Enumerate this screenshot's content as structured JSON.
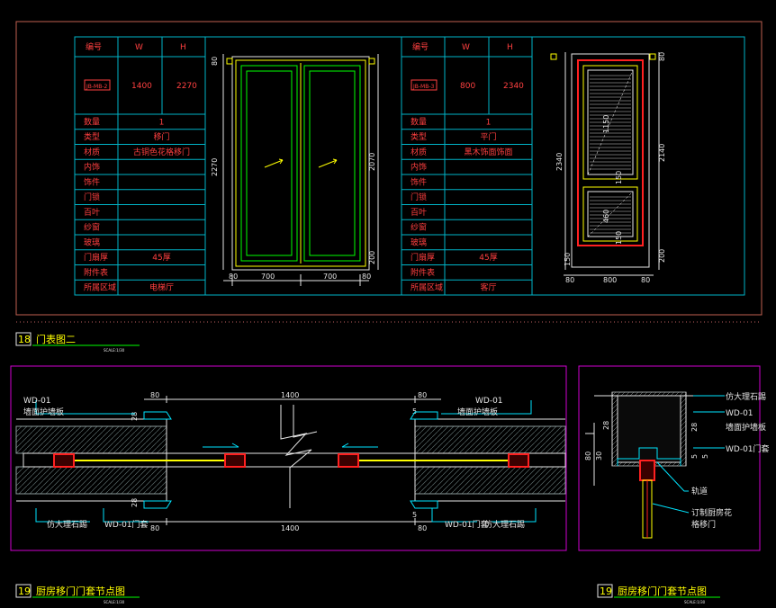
{
  "section1": {
    "number": "18",
    "title": "门表图二",
    "scale": "SCALE:1/30",
    "table_left": {
      "header": [
        "编号",
        "W",
        "H"
      ],
      "code": "JB-MB-2",
      "w": "1400",
      "h": "2270",
      "rows": [
        {
          "label": "数量",
          "value": "1"
        },
        {
          "label": "类型",
          "value": "移门"
        },
        {
          "label": "材质",
          "value": "古铜色花格移门"
        },
        {
          "label": "内饰",
          "value": ""
        },
        {
          "label": "饰件",
          "value": ""
        },
        {
          "label": "门锁",
          "value": ""
        },
        {
          "label": "百叶",
          "value": ""
        },
        {
          "label": "纱窗",
          "value": ""
        },
        {
          "label": "玻璃",
          "value": ""
        },
        {
          "label": "门扇厚",
          "value": "45厚"
        },
        {
          "label": "附件表",
          "value": ""
        },
        {
          "label": "所属区域",
          "value": "电梯厅"
        }
      ]
    },
    "table_right": {
      "header": [
        "编号",
        "W",
        "H"
      ],
      "code": "JB-MB-3",
      "w": "800",
      "h": "2340",
      "rows": [
        {
          "label": "数量",
          "value": "1"
        },
        {
          "label": "类型",
          "value": "平门"
        },
        {
          "label": "材质",
          "value": "黑木饰面饰面"
        },
        {
          "label": "内饰",
          "value": ""
        },
        {
          "label": "饰件",
          "value": ""
        },
        {
          "label": "门锁",
          "value": ""
        },
        {
          "label": "百叶",
          "value": ""
        },
        {
          "label": "纱窗",
          "value": ""
        },
        {
          "label": "玻璃",
          "value": ""
        },
        {
          "label": "门扇厚",
          "value": "45厚"
        },
        {
          "label": "附件表",
          "value": ""
        },
        {
          "label": "所属区域",
          "value": "客厅"
        }
      ]
    },
    "door1_dims": {
      "top": "80",
      "height": "2270",
      "inner_height": "2070",
      "bottom": "200",
      "left_edge": "80",
      "leaf1": "700",
      "leaf2": "700",
      "right_edge": "80"
    },
    "door2_dims": {
      "top": "80",
      "height": "2340",
      "inner_height": "2140",
      "panel_upper": "1150",
      "panel_lower": "460",
      "gap_top": "150",
      "bottom": "200",
      "base": "150",
      "left_edge": "80",
      "leaf": "800",
      "right_edge": "80",
      "side": "150"
    }
  },
  "section2": {
    "number": "19",
    "title": "厨房移门门套节点图",
    "scale": "SCALE:1/30",
    "dims": {
      "top_left": "80",
      "top_mid": "1400",
      "top_right": "80",
      "bottom_left": "80",
      "bottom_mid": "1400",
      "bottom_right": "80",
      "tick_top": "28",
      "tick_top_r": "5",
      "tick_bot": "28",
      "tick_bot_r": "5"
    },
    "labels": {
      "tl_code": "WD-01",
      "tl_name": "墙面护墙板",
      "tr_code": "WD-01",
      "tr_name": "墙面护墙板",
      "bl_stone": "仿大理石踢",
      "bl_frame": "WD-01门套",
      "br_frame": "WD-01门套",
      "br_stone": "仿大理石踢"
    }
  },
  "section3": {
    "number": "19",
    "title": "厨房移门门套节点图",
    "scale": "SCALE:1/30",
    "labels": {
      "marble": "仿大理石踢",
      "code": "WD-01",
      "panel": "墙面护墙板",
      "frame": "WD-01门套",
      "track": "轨道",
      "door1": "订制厨房花",
      "door2": "格移门"
    },
    "dims": {
      "a": "28",
      "b": "80",
      "c": "30",
      "d": "28",
      "e": "5",
      "f": "5"
    }
  }
}
